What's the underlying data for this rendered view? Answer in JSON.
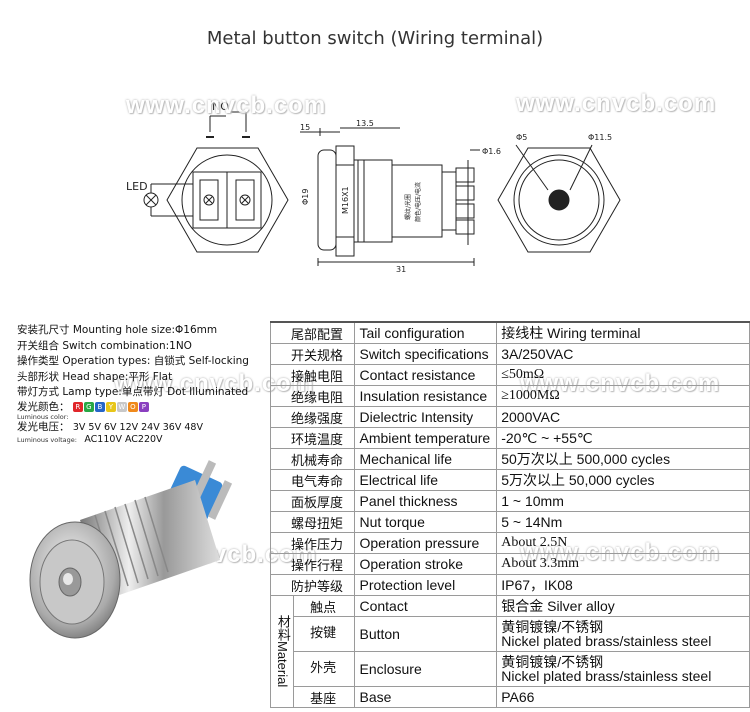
{
  "title": "Metal button switch (Wiring terminal)",
  "watermark": "www.cnvcb.com",
  "drawing": {
    "wiring": {
      "no": "NO",
      "led": "LED"
    },
    "side": {
      "dim_15": "15",
      "dim_135": "13.5",
      "dim_phi16": "Φ1.6",
      "dim_phi19": "Φ19",
      "thread": "M16X1",
      "body_text": "螺纹/光圈",
      "body_text2": "颜色/电压/电流",
      "dim_31": "31"
    },
    "front": {
      "dim_phi5": "Φ5",
      "dim_phi115": "Φ11.5"
    }
  },
  "info": {
    "lines": [
      "安装孔尺寸 Mounting hole size:Φ16mm",
      "开关组合 Switch combination:1NO",
      "操作类型 Operation types: 自锁式 Self-locking",
      "头部形状 Head shape:平形 Flat",
      "带灯方式 Lamp type:单点带灯 Dot Illuminated"
    ],
    "color_label": "发光颜色：",
    "color_label_en": "Luminous color:",
    "colors": [
      {
        "letter": "R",
        "hex": "#e0262a"
      },
      {
        "letter": "G",
        "hex": "#29a745"
      },
      {
        "letter": "B",
        "hex": "#2565c9"
      },
      {
        "letter": "Y",
        "hex": "#e8c619"
      },
      {
        "letter": "W",
        "hex": "#c8c8c8"
      },
      {
        "letter": "O",
        "hex": "#f08a1c"
      },
      {
        "letter": "P",
        "hex": "#8a3fbf"
      }
    ],
    "voltage_label": "发光电压：",
    "voltage_label_en": "Luminous voltage:",
    "voltage_line1": "3V 5V 6V 12V 24V 36V 48V",
    "voltage_line2": "AC110V AC220V"
  },
  "specs": [
    {
      "cn": "尾部配置",
      "en": "Tail configuration",
      "val": "接线柱 Wiring terminal"
    },
    {
      "cn": "开关规格",
      "en": "Switch specifications",
      "val": "3A/250VAC"
    },
    {
      "cn": "接触电阻",
      "en": "Contact resistance",
      "val": "≤50mΩ"
    },
    {
      "cn": "绝缘电阻",
      "en": "Insulation resistance",
      "val": "≥1000MΩ"
    },
    {
      "cn": "绝缘强度",
      "en": "Dielectric Intensity",
      "val": "2000VAC"
    },
    {
      "cn": "环境温度",
      "en": "Ambient temperature",
      "val": "-20℃ ~ +55℃"
    },
    {
      "cn": "机械寿命",
      "en": "Mechanical life",
      "val": "50万次以上 500,000 cycles"
    },
    {
      "cn": "电气寿命",
      "en": "Electrical life",
      "val": "5万次以上 50,000  cycles"
    },
    {
      "cn": "面板厚度",
      "en": "Panel thickness",
      "val": "1 ~ 10mm"
    },
    {
      "cn": "螺母扭矩",
      "en": "Nut torque",
      "val": "5 ~ 14Nm"
    },
    {
      "cn": "操作压力",
      "en": "Operation pressure",
      "val": "About 2.5N"
    },
    {
      "cn": "操作行程",
      "en": "Operation stroke",
      "val": "About 3.3mm"
    },
    {
      "cn": "防护等级",
      "en": "Protection level",
      "val": "IP67，IK08"
    }
  ],
  "material": {
    "label_cn": "材料",
    "label_en": "Material",
    "rows": [
      {
        "cn": "触点",
        "en": "Contact",
        "val1": "银合金 Silver alloy",
        "val2": ""
      },
      {
        "cn": "按键",
        "en": "Button",
        "val1": "黄铜镀镍/不锈钢",
        "val2": "Nickel plated brass/stainless steel"
      },
      {
        "cn": "外壳",
        "en": "Enclosure",
        "val1": "黄铜镀镍/不锈钢",
        "val2": "Nickel plated brass/stainless steel"
      },
      {
        "cn": "基座",
        "en": "Base",
        "val1": "PA66",
        "val2": ""
      }
    ]
  }
}
